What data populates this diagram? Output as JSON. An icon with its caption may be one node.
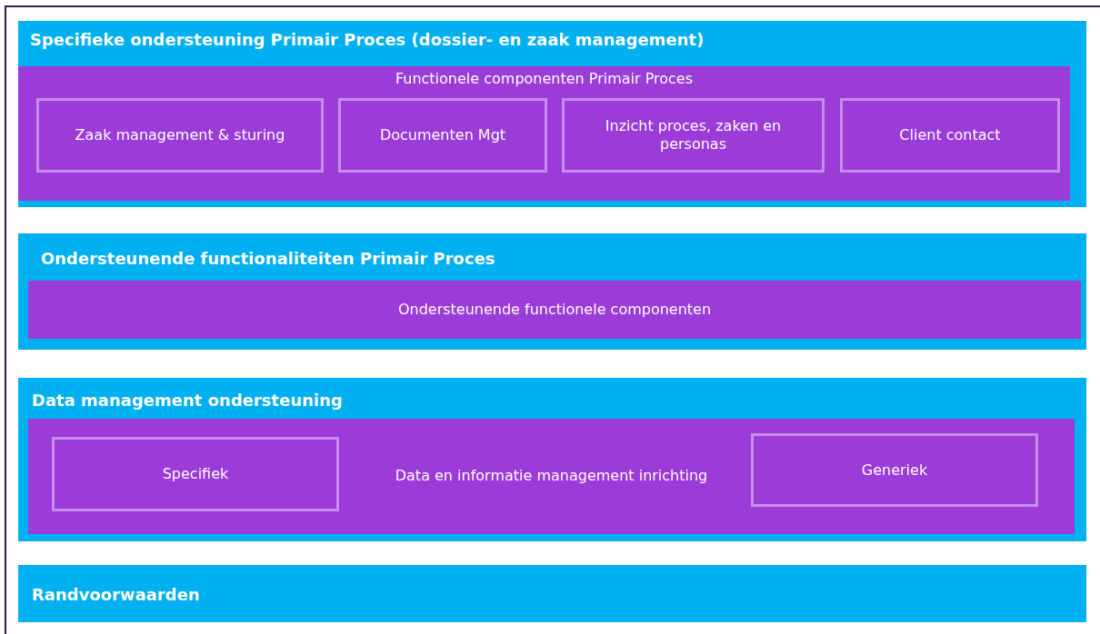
{
  "diagram": {
    "nodes": [
      {
        "text": [
          "Specifieke ondersteuning Primair Proces (dossier- en zaak management)"
        ]
      },
      {
        "text": [
          "Functionele componenten Primair Proces"
        ],
        "in": 0
      },
      {
        "text": [
          "Zaak management & sturing"
        ],
        "in": 1
      },
      {
        "text": [
          "Documenten Mgt"
        ],
        "in": 1
      },
      {
        "text": [
          "Inzicht proces, zaken en personas"
        ],
        "in": 1
      },
      {
        "text": [
          "Client contact"
        ],
        "in": 1
      },
      {
        "text": [
          "Ondersteunende functionaliteiten Primair Proces"
        ]
      },
      {
        "text": [
          "Ondersteunende functionele componenten"
        ],
        "in": 6
      },
      {
        "text": [
          "Data management ondersteuning"
        ]
      },
      {
        "text": [
          "Data en informatie management inrichting"
        ],
        "in": 8
      },
      {
        "text": [
          "Specifiek"
        ],
        "in": 9
      },
      {
        "text": [
          "Generiek"
        ],
        "in": 9
      },
      {
        "text": [
          "Randvoorwaarden"
        ]
      }
    ]
  }
}
